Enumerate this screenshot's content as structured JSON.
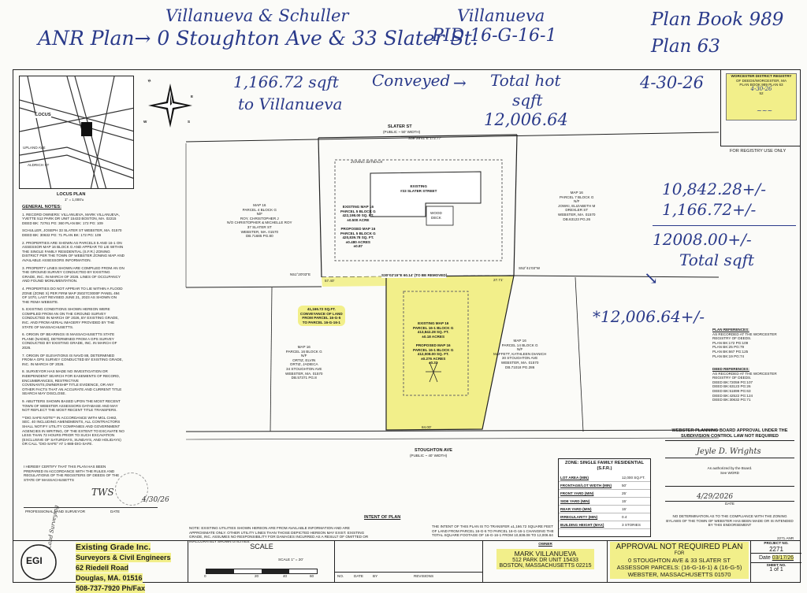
{
  "handwritten": {
    "top_owners": "Villanueva   &   Schuller",
    "anr_title": "ANR Plan→ 0 Stoughton Ave & 33 Slater St.",
    "pid_owner": "Villanueva",
    "pid": "PID 16-G-16-1",
    "plan_book": "Plan Book 989",
    "plan_no": "Plan 63",
    "conveyed_qty": "1,166.72 sqft",
    "conveyed_word": "Conveyed",
    "to_villanueva": "to Villanueva",
    "total_lot_label": "Total hot",
    "total_lot_sqft": "sqft",
    "total_lot_value": "12,006.64",
    "date_top": "4-30-26",
    "calc_line1": "10,842.28+/-",
    "calc_line2": "1,166.72+/-",
    "calc_line3": "12008.00+/-",
    "calc_total": "Total sqft",
    "calc_corrected": "*12,006.64+/-"
  },
  "registry_stamp": {
    "lines": [
      "WORCESTER DISTRICT REGISTRY",
      "OF DEEDS/WORCESTER, MA",
      "PLAN BOOK 989 PLAN 63",
      "4-30-26",
      "52"
    ],
    "caption": "FOR REGISTRY USE ONLY"
  },
  "locus": {
    "title": "LOCUS",
    "caption": "LOCUS PLAN",
    "scale": "1\" = 1,000'±",
    "streets": [
      "UPLAND AVE",
      "ALDRICH ST"
    ]
  },
  "north_arrow": {
    "n": "N",
    "e": "E",
    "s": "S",
    "w": "W"
  },
  "streets": {
    "slater": "SLATER ST",
    "slater_width": "(PUBLIC ~ 50' WIDTH)",
    "stoughton": "STOUGHTON AVE",
    "stoughton_width": "(PUBLIC ~ 40' WIDTH)"
  },
  "parcels": {
    "house_label": "EXISTING\n#33 SLATER STREET",
    "deck": "WOOD\nDECK",
    "upper_center": "EXISTING MAP 16\nPARCEL 5 BLOCK G\n422,198.00 SQ. FT.\n±0.500 ACRE\n\nPROPOSED MAP 16\nPARCEL 5 BLOCK G\n420,839.78 SQ. FT.\n±0.480 ACRES\n±0.87",
    "upper_left": "MAP 16\nPARCEL 4 BLOCK G\nN/F\nROY, CHRISTOPHER J\nN/O CHRISTOPHER & MICHELLE ROY\n37 SLATER ST\nWEBSTER, MA. 01570\nDB.71685 PG.80",
    "upper_right": "MAP 16\nPARCEL 7 BLOCK G\nN/F\nJOWKI, ELIZABETH M\nDREXLER ST\nWEBSTER, MA. 01570\nDB.63123 PG.26",
    "conveyance": "41,166.72 SQ.FT.\nCONVEYANCE OF LAND\nFROM PARCEL 16-G-5\nTO PARCEL 16-G-16-1",
    "lower_center": "EXISTING MAP 16\nPARCEL 16-1 BLOCK G\n413,842.28 SQ. FT.\n±0.18 ACRES\n\nPROPOSED MAP 16\nPARCEL 16-1 BLOCK G\n412,008.00 SQ. FT.\n±0.276 ACRES\n±0.33",
    "lower_left": "MAP 16\nPARCEL 16 BLOCK G\nN/F\nORTIZ, ELVIN\nORTIZ, JADIECA\n34 STOUGHTON AVE\nWEBSTER, MA. 01570\nDB.57371 PG.8",
    "lower_right": "MAP 16\nPARCEL 14 BLOCK G\nN/F\nMAFFETT, KATHLEEN DIANICH\n30 STOUGHTON AVE\nWEBSTER, MA. 01570\nDB.71018 PG.286",
    "zoning_setback": "ZONING SETBACK",
    "to_be_removed": "S30°02'15\"E  60.14' (TO BE REMOVED)",
    "dim_top": "S39°26'41\"E  172.77'",
    "dim_left": "57.40'",
    "dim_right": "27.71'",
    "dim_bottom": "84.00'",
    "bearing_left": "N51°20'03\"E",
    "bearing_right": "S52°41'03\"W"
  },
  "general_notes": {
    "title": "GENERAL NOTES:",
    "items": [
      "1. RECORD OWNERS: VILLANUEVA, MARK  VILLANUEVA, YVETTE  512 PARK DR UNIT 15433  BOSTON, MA. 02215  DEED BK: 72761 PG: 360  PLAN BK: 172 PG: 109",
      "SCHULLER, JOSEPH  33 SLATER ST  WEBSTER, MA. 01570  DEED BK: 30632 PG: 71  PLAN BK: 172 PG: 109",
      "2. PROPERTIES ARE SHOWN AS PARCELS 5 AND 16-1 ON ASSESSOR MAP 16 BLOCK G AND APPEAR TO LIE WITHIN THE SINGLE FAMILY RESIDENTIAL (S.F.R.) ZONING DISTRICT PER THE TOWN OF WEBSTER ZONING MAP AND AVAILABLE ASSESSORS INFORMATION.",
      "3. PROPERTY LINES SHOWN ARE COMPILED FROM AN ON THE GROUND SURVEY CONDUCTED BY EXISTING GRADE, INC. IN MARCH OF 2026. LINES OF OCCUPANCY AND FOUND MONUMENTATION.",
      "4. PROPERTIES DO NOT APPEAR TO LIE WITHIN A FLOOD ZONE (ZONE X) PER FIRM MAP 25027C0000F PANEL 494 OF 1070, LAST REVISED JUNE 21, 2023 AS SHOWN ON THE FEMA WEBSITE.",
      "5. EXISTING CONDITIONS SHOWN HEREON WERE COMPILED FROM AN ON THE GROUND SURVEY CONDUCTED IN MARCH OF 2026, BY EXISTING GRADE, INC. AND FROM AERIAL IMAGERY PROVIDED BY THE STATE OF MASSACHUSETTS.",
      "6. ORIGIN OF BEARINGS IS MASSACHUSETTS STATE PLANE (NAD83), DETERMINED FROM A GPS SURVEY CONDUCTED BY EXISTING GRADE, INC. IN MARCH OF 2026.",
      "7. ORIGIN OF ELEVATIONS IS NAVD 88, DETERMINED FROM A GPS SURVEY CONDUCTED BY EXISTING GRADE, INC. IN MARCH OF 2026.",
      "8. SURVEYOR HAS MADE NO INVESTIGATION OR INDEPENDENT SEARCH FOR EASEMENTS OF RECORD, ENCUMBRANCES, RESTRICTIVE COVENANTS,OWNERSHIP TITLE EVIDENCE, OR ANY OTHER FACTS THAT AN ACCURATE AND CURRENT TITLE SEARCH MAY DISCLOSE.",
      "9. ABUTTERS SHOWN BASED UPON THE MOST RECENT TOWN OF WEBSTER ASSESSORS DATABASE AND MAY NOT REFLECT THE MOST RECENT TITLE TRANSFERS.",
      "**DIG SAFE NOTE** IN ACCORDANCE WITH MGL CH82, SEC. 40 INCLUDING AMENDMENTS, ALL CONTRACTORS SHALL NOTIFY UTILITY COMPANIES AND GOVERNMENT AGENCIES IN WRITING, OF THE EXTENT TO EXCAVATE NO LESS THAN 72 HOURS PRIOR TO SUCH EXCAVATION (EXCLUSIVE OF SATURDAYS, SUNDAYS, AND HOLIDAYS) OR CALL \"DIG-SAFE\" AT 1-888-DIG-SAFE."
    ]
  },
  "certification": {
    "text": "I HEREBY CERTIFY THAT THIS PLAN HAS BEEN PREPARED IN ACCORDANCE WITH THE RULES AND REGULATIONS OF THE REGISTERS OF DEEDS OF THE STATE OF MASSACHUSETTS",
    "surveyor_label": "PROFESSIONAL LAND SURVEYOR",
    "date_label": "DATE",
    "date_handwritten": "4/30/26"
  },
  "zone_table": {
    "title": "ZONE: SINGLE FAMILY RESIDENTIAL (S.F.R.)",
    "rows": [
      [
        "LOT AREA (MIN)",
        "12,000 SQ.FT."
      ],
      [
        "FRONTAGE/LOT WIDTH (MIN)",
        "50'"
      ],
      [
        "FRONT YARD (MIN)",
        "25'"
      ],
      [
        "SIDE YARD (MIN)",
        "15'"
      ],
      [
        "REAR YARD (MIN)",
        "15'"
      ],
      [
        "IRREGULARITY (MIN)",
        "0.4"
      ],
      [
        "BUILDING HEIGHT (MAX)",
        "3 STORIES"
      ]
    ]
  },
  "plan_references": {
    "title": "PLAN REFERENCES:",
    "intro": "AS RECORDED AT THE WORCESTER REGISTRY OF DEEDS.",
    "items": [
      "PLAN BK:172 PG:109",
      "PLAN BK:25 PG:79",
      "PLAN BK:667 PG:125",
      "PLAN BK:19 PG:74"
    ]
  },
  "deed_references": {
    "title": "DEED REFERENCES:",
    "intro": "AS RECORDED AT THE WORCESTER REGISTRY OF DEEDS.",
    "items": [
      "DEED BK:72059 PG:107",
      "DEED BK:63123 PG:26",
      "DEED BK:51899 PG:63",
      "DEED BK:42522 PG:124",
      "DEED BK:30632 PG:71"
    ]
  },
  "approval": {
    "title": "WEBSTER PLANNING BOARD APPROVAL UNDER THE SUBDIVISION CONTROL LAW NOT REQUIRED",
    "authorized": "As authorized by the Board.",
    "see_word": "See WORD",
    "date": "4/29/2026",
    "date_label": "DATE",
    "note": "NO DETERMINATION AS TO THE COMPLIANCE WITH THE ZONING BYLAWS OF THE TOWN OF WEBSTER HAS BEEN MADE OR IS INTENDED BY THIS ENDORSEMENT"
  },
  "intent": {
    "title": "INTENT OF PLAN",
    "text": "THE INTENT OF THIS PLAN IS TO TRANSFER ±1,166.72 SQUARE FEET OF LAND FROM PARCEL 16-G-5 TO PARCEL 16-G-16-1 CHANGING THE TOTAL SQUARE FOOTAGE OF 16-G-16-1 FROM 10,838.08 TO 12,006.64"
  },
  "utilities_note": "NOTE: EXISTING UTILITIES SHOWN HEREON ARE FROM AVAILABLE INFORMATION AND ARE APPROXIMATE ONLY. OTHER UTILITY LINES THAN THOSE DEPICTED HEREON MAY EXIST. EXISTING GRADE, INC. ASSUMES NO RESPONSIBILITY FOR DAMAGES INCURRED AS A RESULT OF OMITTED OR INACCURATELY SHOWN UTILITIES.",
  "title_block": {
    "firm_name": "Existing Grade Inc.",
    "firm_sub": "Surveyors & Civil Engineers",
    "address1": "62 Riedell Road",
    "address2": "Douglas, MA. 01516",
    "phone": "508-737-7920 Ph/Fax",
    "logo_text": "EGI",
    "logo_ring": "Land Surveying",
    "scale_title": "SCALE",
    "scale_value": "SCALE 1\" = 20'",
    "scale_ticks": [
      "0",
      "20",
      "40",
      "60"
    ],
    "rev_headers": [
      "NO.",
      "DATE",
      "BY",
      "REVISIONS"
    ],
    "owner_label": "OWNER",
    "owner_name": "MARK VILLANUEVA",
    "owner_addr1": "512 PARK DR UNIT 15433",
    "owner_addr2": "BOSTON, MASSACHUSETTS 02215",
    "plan_title": "APPROVAL NOT REQUIRED PLAN",
    "plan_for": "FOR",
    "plan_addr": "0 STOUGHTON AVE & 33 SLATER ST",
    "parcels": "ASSESSOR PARCELS: (16-G-16-1) & (16-G-5)",
    "town": "WEBSTER, MASSACHUSETTS 01570",
    "project_label": "PROJECT NO.",
    "project_no": "2271",
    "date_label": "Date",
    "date_value": "03/17/26",
    "sheet_label": "SHEET NO.",
    "sheet_value": "1 of 1",
    "top_code": "2271.ANR"
  }
}
